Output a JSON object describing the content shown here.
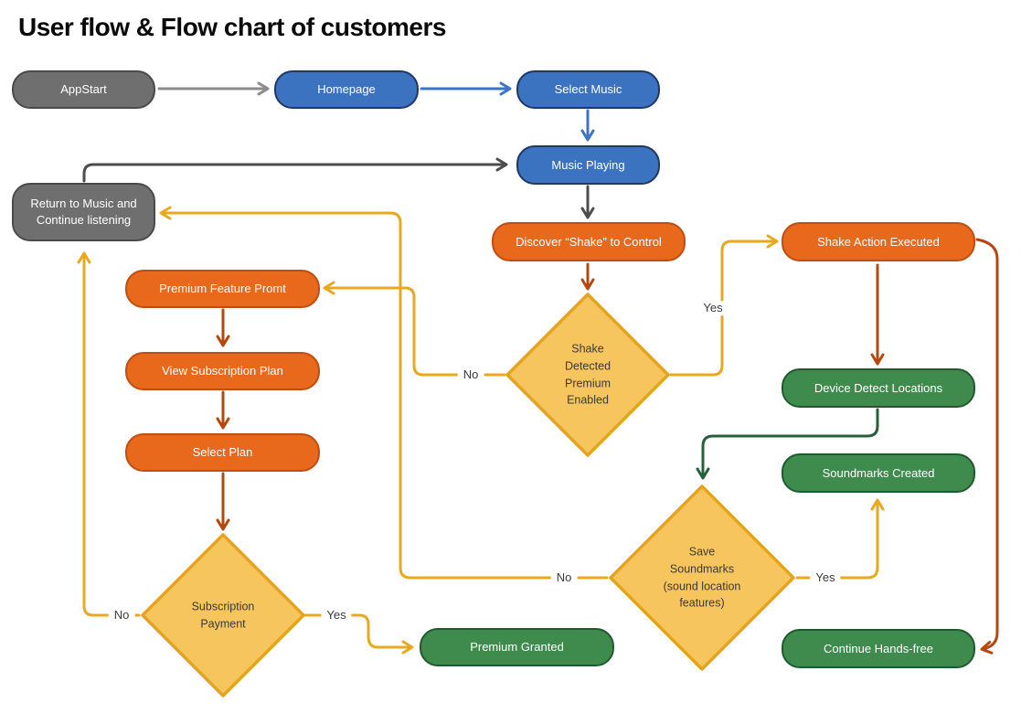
{
  "title": "User flow & Flow chart of customers",
  "colors": {
    "gray_node_fill": "#6f6f6f",
    "gray_node_border": "#4a4a4a",
    "blue_node_fill": "#3b73c0",
    "blue_node_border": "#1f3864",
    "orange_node_fill": "#e8681c",
    "orange_node_border": "#bf4e12",
    "green_node_fill": "#3f8b4e",
    "green_node_border": "#1d5b2f",
    "decision_fill": "#f7c55e",
    "decision_border": "#e5a41d",
    "arrow_gray": "#8c8c8c",
    "arrow_dark": "#4d4d4d",
    "arrow_blue": "#3d74c6",
    "arrow_rust": "#b5480f",
    "arrow_amber": "#e9a820",
    "arrow_green": "#26603a"
  },
  "nodes": {
    "appstart": {
      "label": "AppStart"
    },
    "homepage": {
      "label": "Homepage"
    },
    "select_music": {
      "label": "Select Music"
    },
    "music_playing": {
      "label": "Music Playing"
    },
    "return_to_music": {
      "label": "Return to Music and Continue listening"
    },
    "discover_shake": {
      "label": "Discover “Shake” to Control"
    },
    "shake_action": {
      "label": "Shake Action Executed"
    },
    "premium_prompt": {
      "label": "Premium Feature Promt"
    },
    "view_plan": {
      "label": "View Subscription Plan"
    },
    "select_plan": {
      "label": "Select Plan"
    },
    "device_detect": {
      "label": "Device Detect Locations"
    },
    "soundmarks_created": {
      "label": "Soundmarks Created"
    },
    "premium_granted": {
      "label": "Premium Granted"
    },
    "continue_handsfree": {
      "label": "Continue Hands-free"
    },
    "shake_decision": {
      "label": "Shake Detected Premium Enabled"
    },
    "subscription_decision": {
      "label": "Subscription Payment"
    },
    "save_decision": {
      "label": "Save Soundmarks (sound location features)"
    }
  },
  "edge_labels": {
    "shake_yes": "Yes",
    "shake_no": "No",
    "subscription_yes": "Yes",
    "subscription_no": "No",
    "save_yes": "Yes",
    "save_no": "No"
  }
}
